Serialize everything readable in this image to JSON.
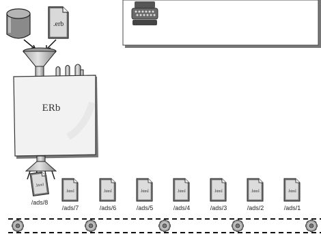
{
  "erb_file_label": ".erb",
  "machine_label": "ERb",
  "doc_file_text": ".html",
  "pages": [
    "/ads/8",
    "/ads/7",
    "/ads/6",
    "/ads/5",
    "/ads/4",
    "/ads/3",
    "/ads/2",
    "/ads/1"
  ],
  "icons": [
    "database-icon",
    "erb-file-icon",
    "typewriter-icon",
    "funnel-icon",
    "html-page-icon",
    "gear-icon"
  ],
  "colors": {
    "ink": "#222222",
    "paper": "#f2f2f2",
    "shadow": "#777777",
    "belt": "#111111"
  }
}
